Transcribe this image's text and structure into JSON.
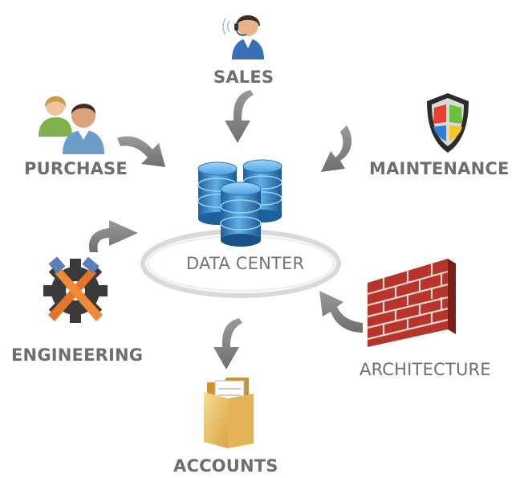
{
  "center": {
    "label": "DATA CENTER"
  },
  "nodes": {
    "sales": {
      "label": "SALES",
      "icon": "support-agent-icon"
    },
    "purchase": {
      "label": "PURCHASE",
      "icon": "users-icon"
    },
    "maintenance": {
      "label": "MAINTENANCE",
      "icon": "security-shield-icon"
    },
    "engineering": {
      "label": "ENGINEERING",
      "icon": "tools-gear-icon"
    },
    "architecture": {
      "label": "ARCHITECTURE",
      "icon": "brick-wall-icon"
    },
    "accounts": {
      "label": "ACCOUNTS",
      "icon": "folder-icon"
    }
  },
  "colors": {
    "label": "#6e6e6e",
    "arrow": "#8a8a8a",
    "database": "#3f8fd0",
    "brick": "#c0392b",
    "folder": "#e9c46a"
  }
}
